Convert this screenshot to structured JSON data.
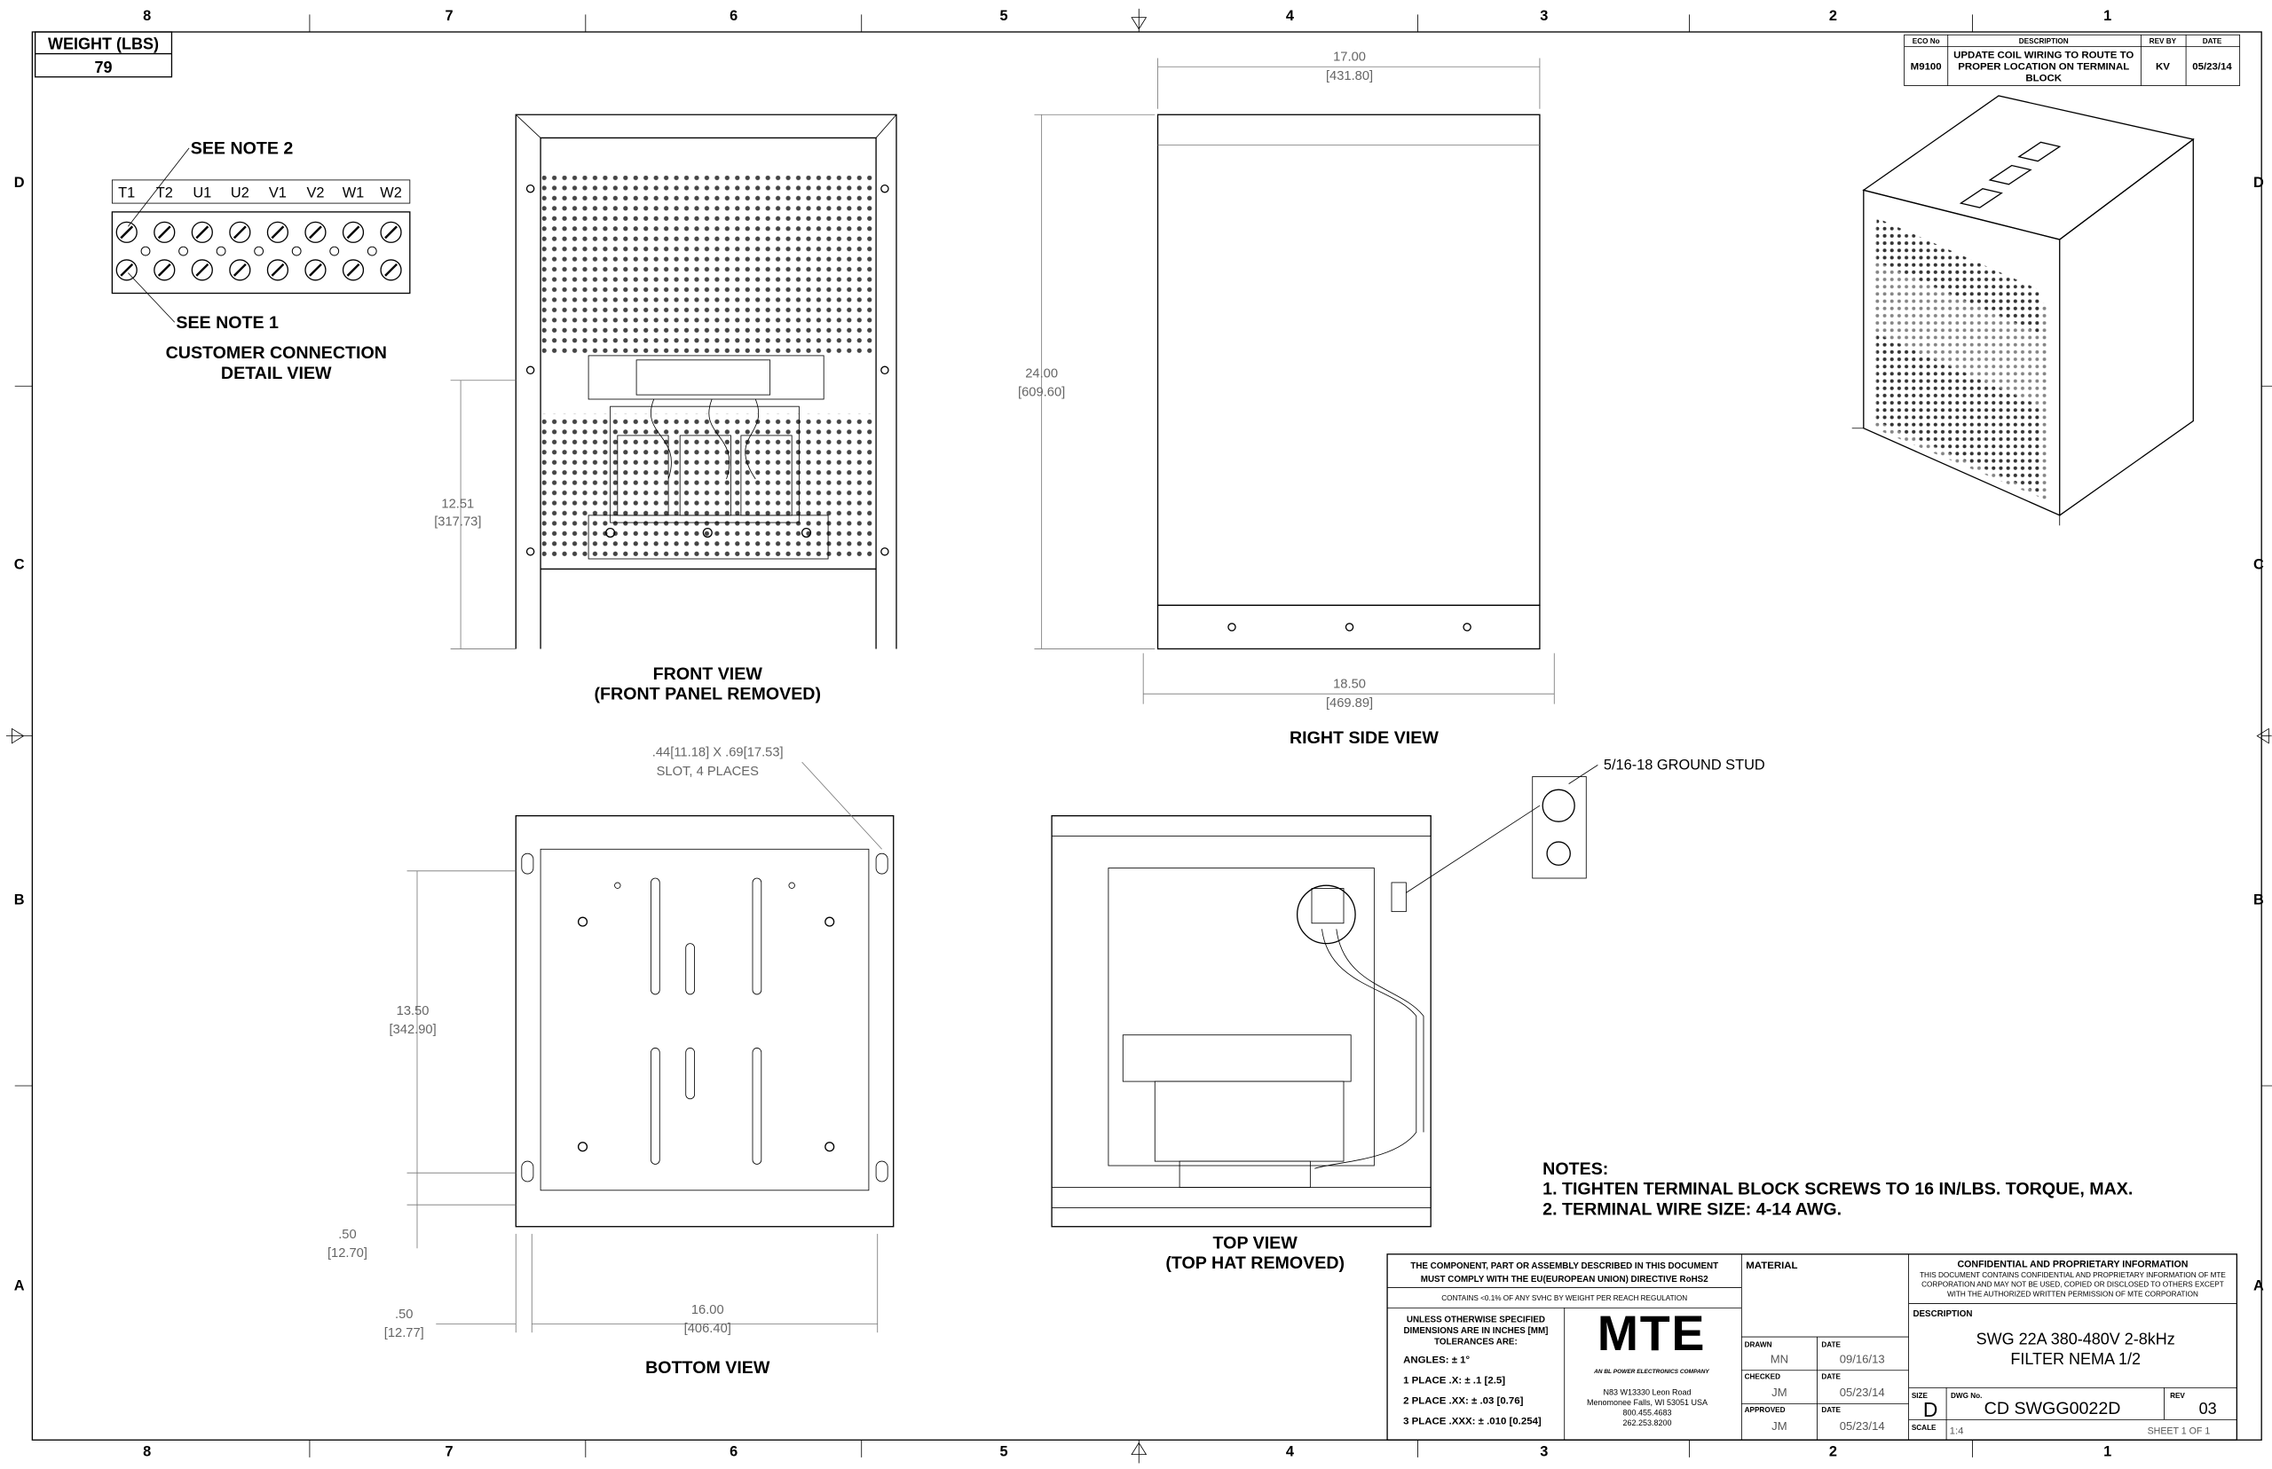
{
  "zones": {
    "columns": [
      "8",
      "7",
      "6",
      "5",
      "4",
      "3",
      "2",
      "1"
    ],
    "rows": [
      "D",
      "C",
      "B",
      "A"
    ]
  },
  "weight": {
    "label": "WEIGHT (LBS)",
    "value": "79"
  },
  "revision": {
    "headers": [
      "ECO No",
      "DESCRIPTION",
      "REV BY",
      "DATE"
    ],
    "eco": "M9100",
    "description": [
      "UPDATE COIL WIRING TO ROUTE TO",
      "PROPER LOCATION ON TERMINAL",
      "BLOCK"
    ],
    "rev_by": "KV",
    "date": "05/23/14"
  },
  "connection": {
    "terminals": [
      "T1",
      "T2",
      "U1",
      "U2",
      "V1",
      "V2",
      "W1",
      "W2"
    ],
    "note2": "SEE NOTE 2",
    "note1": "SEE NOTE 1",
    "title": [
      "CUSTOMER CONNECTION",
      "DETAIL VIEW"
    ]
  },
  "front_view": {
    "title": [
      "FRONT VIEW",
      "(FRONT PANEL REMOVED)"
    ],
    "dim_height": [
      "12.51",
      "[317.73]"
    ]
  },
  "right_view": {
    "title": "RIGHT SIDE VIEW",
    "dim_top": [
      "17.00",
      "[431.80]"
    ],
    "dim_height": [
      "24.00",
      "[609.60]"
    ],
    "dim_bottom": [
      "18.50",
      "[469.89]"
    ]
  },
  "bottom_view": {
    "title": "BOTTOM VIEW",
    "slot": [
      ".44[11.18] X .69[17.53]",
      "SLOT, 4 PLACES"
    ],
    "dim_height": [
      "13.50",
      "[342.90]"
    ],
    "dim_small_v": [
      ".50",
      "[12.70]"
    ],
    "dim_small_h": [
      ".50",
      "[12.77]"
    ],
    "dim_width": [
      "16.00",
      "[406.40]"
    ]
  },
  "top_view": {
    "title": [
      "TOP VIEW",
      "(TOP HAT REMOVED)"
    ],
    "ground": "5/16-18 GROUND STUD"
  },
  "notes": {
    "title": "NOTES:",
    "items": [
      "1.  TIGHTEN TERMINAL BLOCK SCREWS TO 16 IN/LBS. TORQUE, MAX.",
      "2.  TERMINAL WIRE SIZE: 4-14 AWG."
    ]
  },
  "title_block": {
    "rohs": [
      "THE COMPONENT, PART OR ASSEMBLY DESCRIBED IN THIS DOCUMENT",
      "MUST COMPLY WITH THE EU(EUROPEAN UNION) DIRECTIVE RoHS2"
    ],
    "reach": "CONTAINS <0.1% OF ANY SVHC BY WEIGHT PER REACH REGULATION",
    "tolerance_head": [
      "UNLESS OTHERWISE SPECIFIED",
      "DIMENSIONS ARE IN INCHES [MM]",
      "TOLERANCES ARE:"
    ],
    "tolerances": [
      "ANGLES: ± 1°",
      "1 PLACE .X: ± .1 [2.5]",
      "2 PLACE .XX: ± .03 [0.76]",
      "3 PLACE .XXX: ± .010 [0.254]"
    ],
    "logo": "MTE",
    "logo_sub": "AN BL POWER ELECTRONICS COMPANY",
    "address": [
      "N83 W13330 Leon Road",
      "Menomonee Falls, WI 53051 USA",
      "800.455.4683",
      "262.253.8200"
    ],
    "material_label": "MATERIAL",
    "drawn_label": "DRAWN",
    "drawn": "MN",
    "drawn_date": "09/16/13",
    "checked_label": "CHECKED",
    "checked": "JM",
    "checked_date": "05/23/14",
    "approved_label": "APPROVED",
    "approved": "JM",
    "approved_date": "05/23/14",
    "date_label": "DATE",
    "confidential": [
      "CONFIDENTIAL AND PROPRIETARY INFORMATION",
      "THIS DOCUMENT CONTAINS CONFIDENTIAL AND PROPRIETARY INFORMATION OF MTE",
      "CORPORATION AND MAY NOT BE USED, COPIED OR DISCLOSED TO OTHERS EXCEPT",
      "WITH THE AUTHORIZED WRITTEN PERMISSION OF MTE CORPORATION"
    ],
    "description_label": "DESCRIPTION",
    "description": [
      "SWG 22A 380-480V 2-8kHz",
      "FILTER NEMA 1/2"
    ],
    "size_label": "SIZE",
    "size": "D",
    "dwg_label": "DWG No.",
    "dwg": "CD SWGG0022D",
    "rev_label": "REV",
    "rev": "03",
    "scale_label": "SCALE",
    "scale": "1:4",
    "sheet": "SHEET 1  OF 1"
  }
}
